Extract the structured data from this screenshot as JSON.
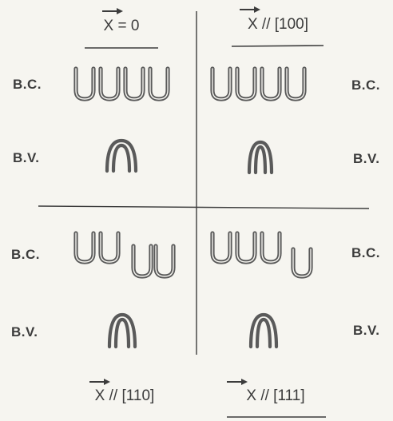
{
  "colors": {
    "background": "#f6f5f0",
    "ink": "#3c3c3c",
    "band": "#5a5a5a"
  },
  "icons": {
    "arrow": "vector-arrow-icon"
  },
  "quadrants": [
    {
      "condition_label": "X = 0",
      "conduction_label": "B.C.",
      "valence_label": "B.V.",
      "conduction_valleys": 4,
      "valence_lines": 2
    },
    {
      "condition_label": "X // [100]",
      "conduction_label": "B.C.",
      "valence_label": "B.V.",
      "conduction_valleys": 4,
      "valence_lines": 2
    },
    {
      "condition_label": "X // [110]",
      "conduction_label": "B.C.",
      "valence_label": "B.V.",
      "conduction_valleys": 4,
      "valence_lines": 2
    },
    {
      "condition_label": "X // [111]",
      "conduction_label": "B.C.",
      "valence_label": "B.V.",
      "conduction_valleys": 4,
      "valence_lines": 2
    }
  ]
}
